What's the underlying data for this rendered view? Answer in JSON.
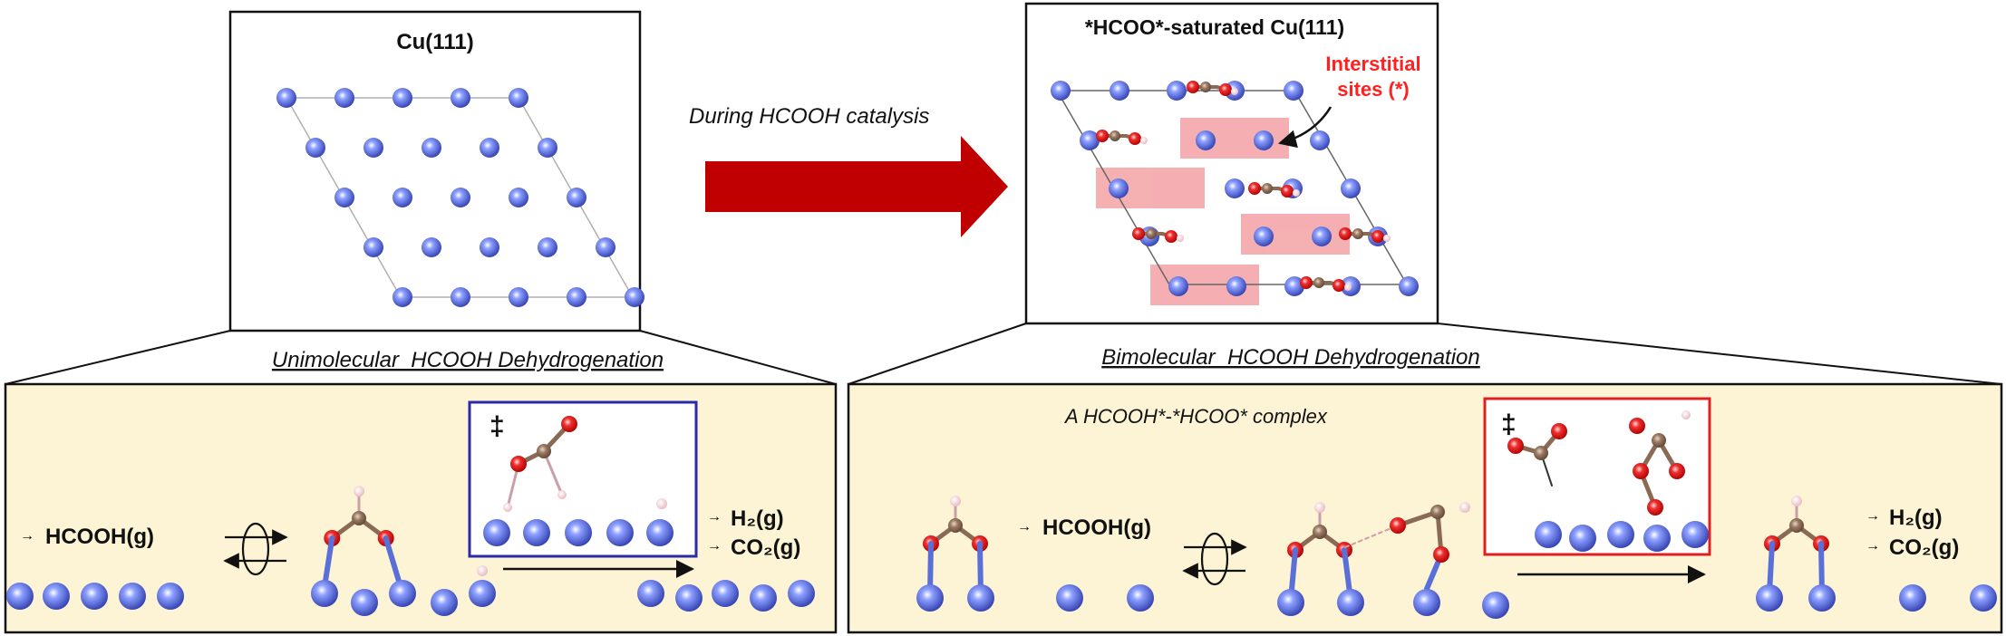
{
  "top_left_panel": {
    "title": "Cu(111)"
  },
  "center_arrow": {
    "label": "During HCOOH catalysis",
    "color": "#c00000"
  },
  "top_right_panel": {
    "title": "*HCOO*-saturated Cu(111)",
    "callout": {
      "line1": "Interstitial",
      "line2": "sites (*)"
    },
    "callout_color": "#ff2020",
    "highlight_color": "#f4a7aa"
  },
  "left_section": {
    "heading": "Unimolecular  HCOOH Dehydrogenation",
    "reactant": "HCOOH(g)",
    "ts_marker": "‡",
    "products": [
      "H₂(g)",
      "CO₂(g)"
    ],
    "box_color": "#fcf4d4",
    "ts_border_color": "#2a2aa8"
  },
  "right_section": {
    "heading": "Bimolecular  HCOOH Dehydrogenation",
    "complex_label": "A HCOOH*-*HCOO* complex",
    "reactant": "HCOOH(g)",
    "ts_marker": "‡",
    "products": [
      "H₂(g)",
      "CO₂(g)"
    ],
    "box_color": "#fcf4d4",
    "ts_border_color": "#e02020"
  },
  "atom_colors": {
    "cu": "#4a5fd0",
    "oxygen": "#e02020",
    "carbon": "#8a6a55",
    "hydrogen": "#f2d0d4"
  }
}
